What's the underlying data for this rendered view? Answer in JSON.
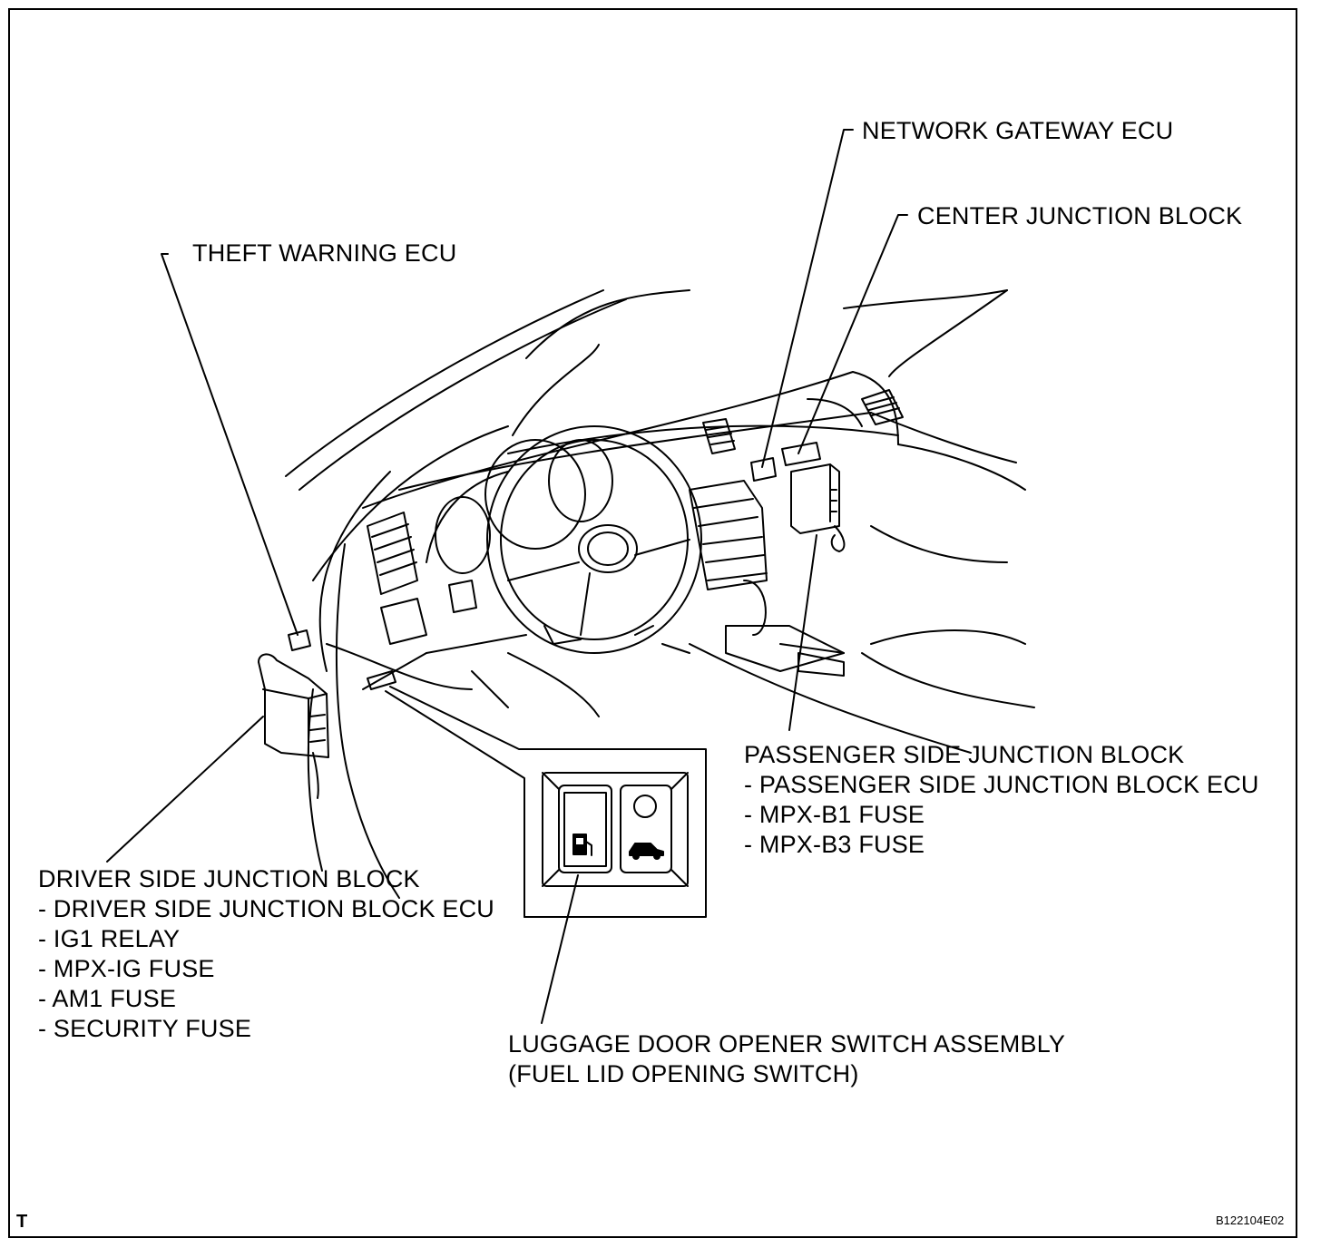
{
  "labels": {
    "network_gateway_ecu": "NETWORK GATEWAY ECU",
    "center_junction_block": "CENTER JUNCTION BLOCK",
    "theft_warning_ecu": "THEFT WARNING ECU",
    "passenger_side": {
      "title": "PASSENGER SIDE JUNCTION BLOCK",
      "items": [
        "- PASSENGER SIDE JUNCTION BLOCK ECU",
        "- MPX-B1 FUSE",
        "- MPX-B3 FUSE"
      ]
    },
    "driver_side": {
      "title": "DRIVER SIDE JUNCTION BLOCK",
      "items": [
        "- DRIVER SIDE JUNCTION BLOCK ECU",
        "- IG1 RELAY",
        "- MPX-IG FUSE",
        "- AM1 FUSE",
        "- SECURITY FUSE"
      ]
    },
    "luggage_switch": {
      "line1": "LUGGAGE DOOR OPENER SWITCH ASSEMBLY",
      "line2": "(FUEL LID OPENING SWITCH)"
    }
  },
  "corner_mark": "T",
  "figure_code": "B122104E02"
}
